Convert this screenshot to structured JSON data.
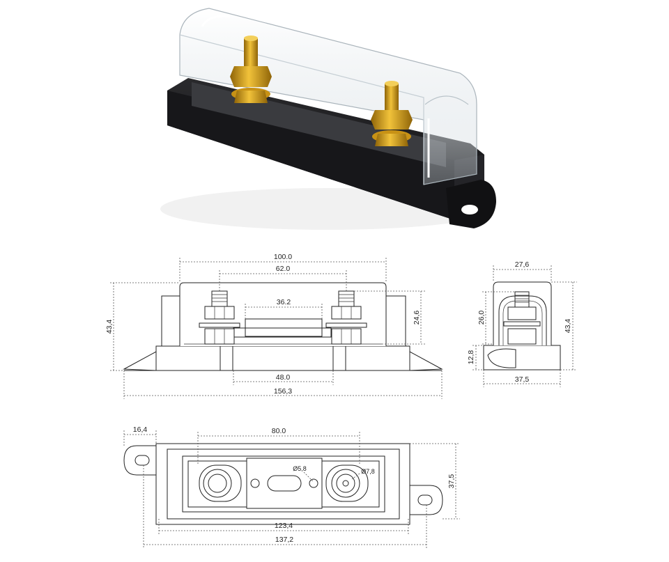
{
  "product": {
    "colors": {
      "base": "#1b1b1d",
      "cover": "#e8eef2",
      "brass": "#d9a521",
      "brass_dark": "#8f6408"
    }
  },
  "front_view": {
    "dims": {
      "top_span": "100.0",
      "stud_spacing": "62.0",
      "fuse_body": "36.2",
      "height_left": "43,4",
      "stud_height": "24,6",
      "slot_width": "48.0",
      "overall_length": "156,3"
    }
  },
  "side_view": {
    "dims": {
      "cover_width": "27,6",
      "cover_height": "26,0",
      "height_right": "43,4",
      "base_height": "12,8",
      "base_width": "37,5"
    }
  },
  "top_view": {
    "dims": {
      "ear_width": "16,4",
      "hole_spacing": "80.0",
      "stud_hole_small": "Ø5,8",
      "stud_hole_large": "Ø7,8",
      "body_width": "37,5",
      "body_length": "123,4",
      "overall_length": "137,2"
    }
  }
}
